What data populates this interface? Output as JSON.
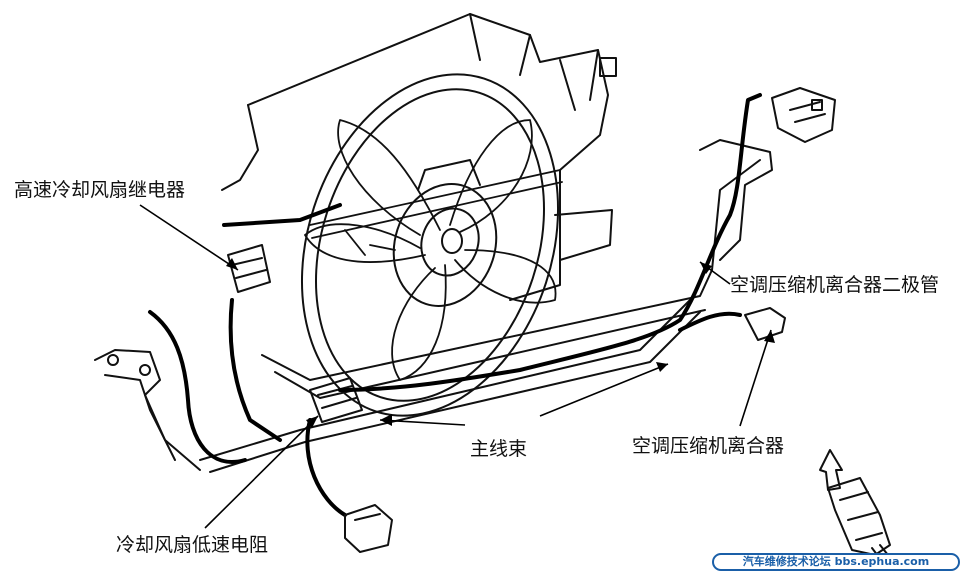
{
  "labels": {
    "relay": "高速冷却风扇继电器",
    "diode": "空调压缩机离合器二极管",
    "main_harness": "主线束",
    "clutch": "空调压缩机离合器",
    "resistor": "冷却风扇低速电阻"
  },
  "watermark": "汽车维修技术论坛 bbs.ephua.com",
  "colors": {
    "ink": "#111111",
    "watermark": "#1a5fa8"
  }
}
